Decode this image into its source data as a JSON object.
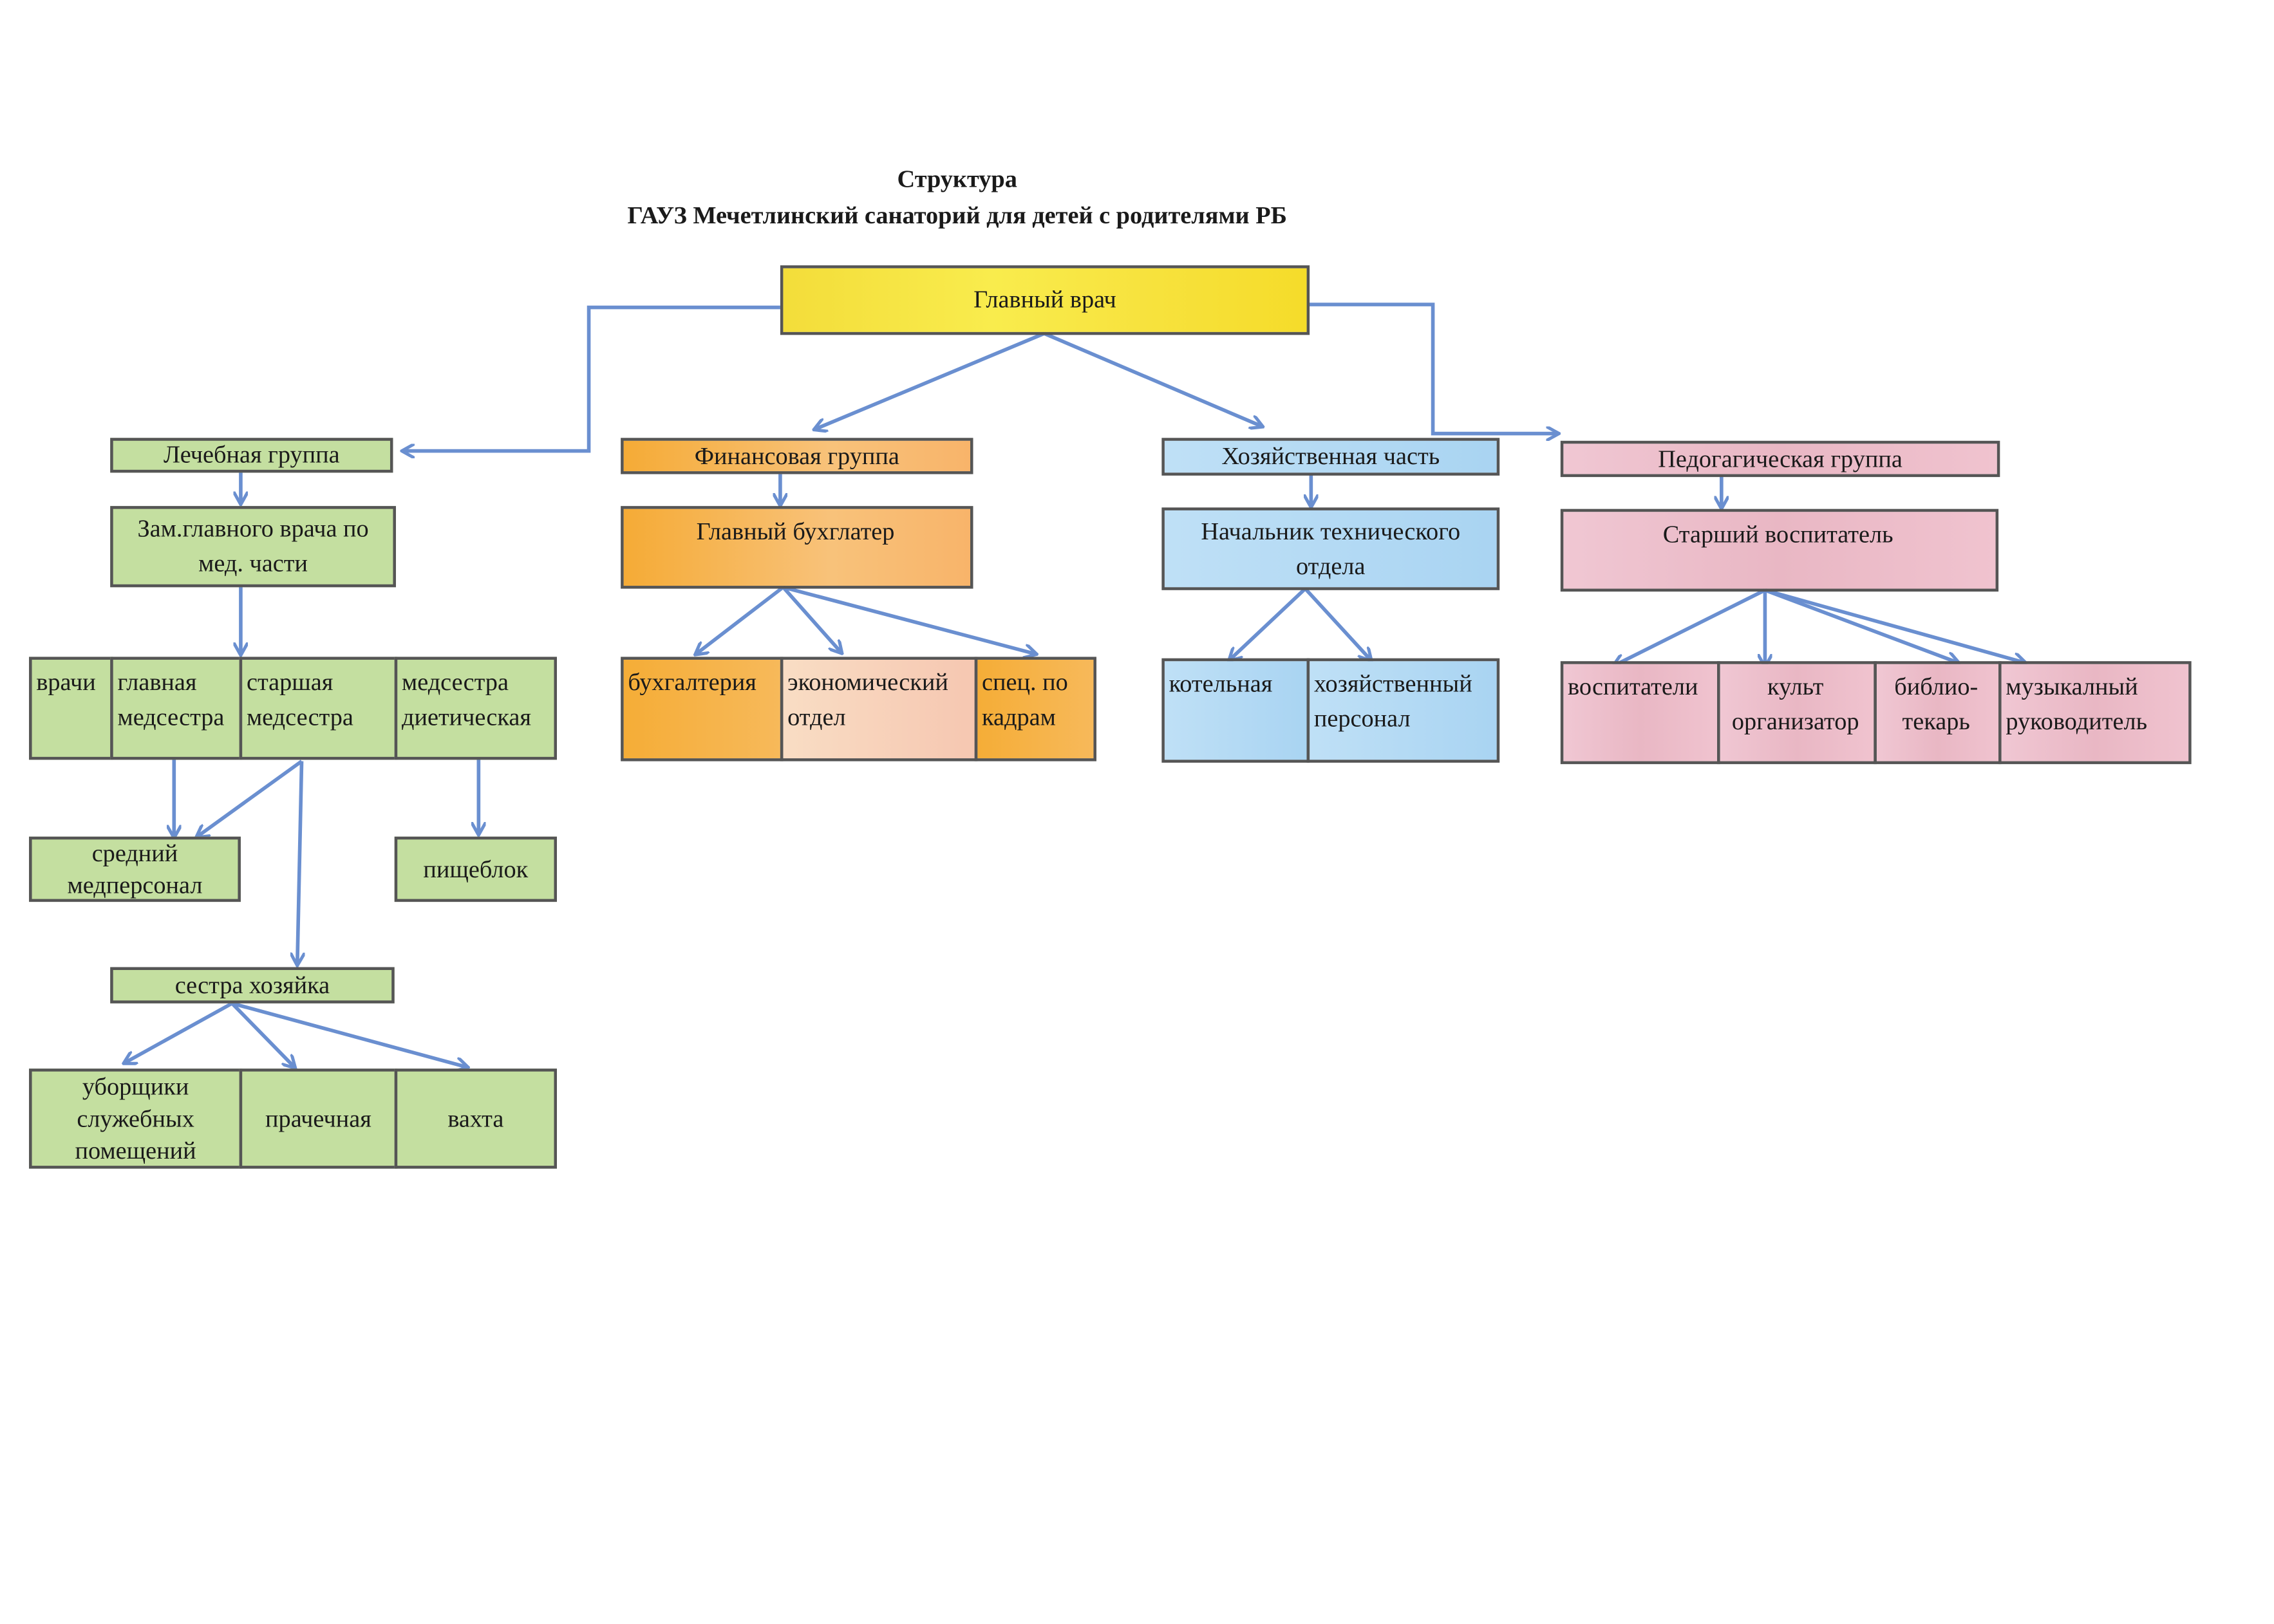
{
  "title": {
    "line1": "Структура",
    "line2": "ГАУЗ Мечетлинский санаторий для детей с родителями РБ"
  },
  "nodes": {
    "chief": "Главный врач",
    "medical_group": "Лечебная группа",
    "deputy_med": "Зам.главного врача по мед. части",
    "doctors": "врачи",
    "head_nurse": "главная медсестра",
    "senior_nurse": "старшая медсестра",
    "diet_nurse": "медсестра диетическая",
    "mid_staff": "средний медперсонал",
    "food_unit": "пищеблок",
    "housekeeper": "сестра хозяйка",
    "cleaners": "уборщики служебных помещений",
    "laundry": "прачечная",
    "watch": "вахта",
    "finance_group": "Финансовая группа",
    "chief_accountant": "Главный бухглатер",
    "accounting": "бухгалтерия",
    "economic_dept": "экономический отдел",
    "hr_specialist": "спец. по кадрам",
    "household": "Хозяйственная часть",
    "tech_head": "Начальник технического отдела",
    "boiler": "котельная",
    "household_staff": "хозяйственный персонал",
    "pedagogical_group": "Педогагическая группа",
    "senior_educator": "Старший воспитатель",
    "educators": "воспитатели",
    "culture_organizer": "культ организатор",
    "librarian": "библио-текарь",
    "music_director": "музыкалный руководитель"
  },
  "colors": {
    "connector": "#6a8fd0",
    "border": "#555555",
    "medical": "#c4dfa0",
    "chief": "#f5e03a",
    "finance": "#f5ad37",
    "household": "#bfe0f6",
    "pedagogical": "#f0c7d3"
  }
}
